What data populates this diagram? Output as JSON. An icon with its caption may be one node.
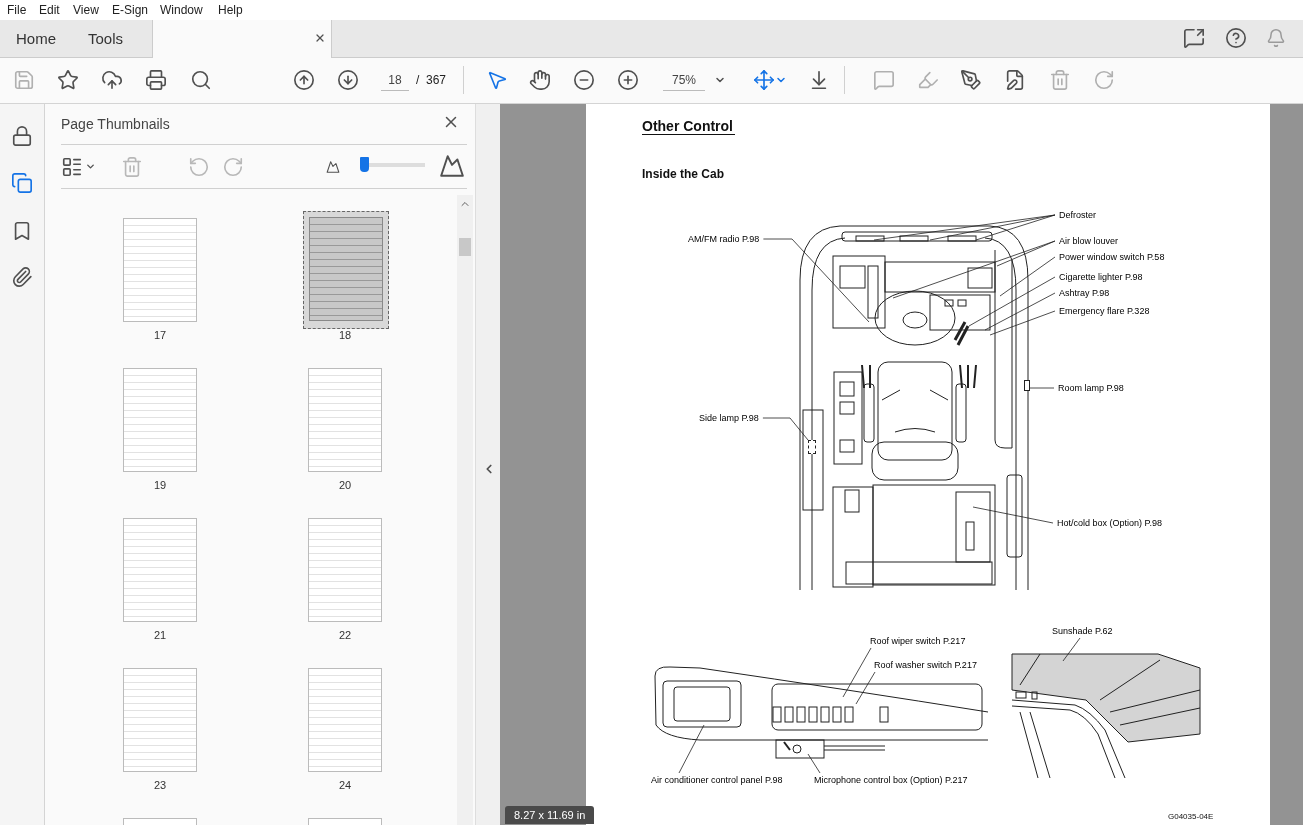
{
  "diagram": {
    "title": "Other Control",
    "nodes": [
      {
        "text": [
          "Defroster"
        ]
      },
      {
        "text": [
          "AM/FM radio P.98"
        ]
      },
      {
        "text": [
          "Air blow louver"
        ]
      },
      {
        "text": [
          "Power window switch P.58"
        ]
      },
      {
        "text": [
          "Cigarette lighter P.98"
        ]
      },
      {
        "text": [
          "Ashtray P.98"
        ]
      },
      {
        "text": [
          "Emergency flare P.328"
        ]
      },
      {
        "text": [
          "Room lamp P.98"
        ]
      },
      {
        "text": [
          "Side lamp P.98"
        ]
      },
      {
        "text": [
          "Hot/cold box (Option) P.98"
        ]
      },
      {
        "text": [
          "Sunshade P.62"
        ]
      },
      {
        "text": [
          "Roof wiper switch P.217"
        ]
      },
      {
        "text": [
          "Roof washer switch P.217"
        ]
      },
      {
        "text": [
          "Air conditioner control panel P.98"
        ]
      },
      {
        "text": [
          "Microphone control box (Option) P.217"
        ]
      },
      {
        "text": [],
        "shape": "box"
      },
      {
        "text": [],
        "shape": "box"
      }
    ],
    "edges": [
      {
        "from": 0,
        "to": null,
        "arrow": "none"
      },
      {
        "from": 0,
        "to": null,
        "arrow": "none"
      },
      {
        "from": 0,
        "to": null,
        "arrow": "none"
      },
      {
        "from": 1,
        "to": null,
        "arrow": "none"
      },
      {
        "from": 2,
        "to": null,
        "arrow": "none"
      },
      {
        "from": 2,
        "to": null,
        "arrow": "none"
      },
      {
        "from": 3,
        "to": null,
        "arrow": "none"
      },
      {
        "from": 4,
        "to": null,
        "arrow": "none"
      },
      {
        "from": 5,
        "to": null,
        "arrow": "none"
      },
      {
        "from": 6,
        "to": null,
        "arrow": "none"
      },
      {
        "from": 7,
        "to": 15,
        "arrow": "none"
      },
      {
        "from": 8,
        "to": 16,
        "arrow": "none"
      },
      {
        "from": 9,
        "to": null,
        "arrow": "none"
      },
      {
        "from": 10,
        "to": null,
        "arrow": "none"
      },
      {
        "from": 11,
        "to": null,
        "arrow": "none"
      },
      {
        "from": 12,
        "to": null,
        "arrow": "none"
      },
      {
        "from": 13,
        "to": null,
        "arrow": "none"
      },
      {
        "from": 14,
        "to": null,
        "arrow": "none"
      }
    ],
    "labels": [
      "File",
      "Edit",
      "View",
      "E-Sign",
      "Window",
      "Help",
      "Home",
      "Tools",
      "18",
      "/",
      "367",
      "75%",
      "Page Thumbnails",
      "17",
      "18",
      "19",
      "20",
      "21",
      "22",
      "23",
      "24",
      "Inside the Cab",
      "8.27 x 11.69 in",
      "G04035-04E"
    ]
  }
}
